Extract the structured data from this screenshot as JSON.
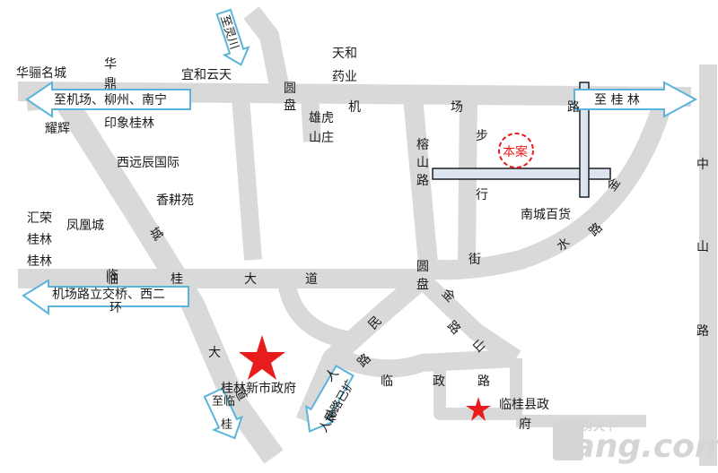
{
  "map": {
    "arrows": {
      "top_airport": "至机场、柳州、南宁",
      "top_guilin": "至 桂 林",
      "north": "至灵川",
      "west": "机场路立交桥、西二",
      "west_line2": "环",
      "southwest_lingui": "至临",
      "southwest_lingui_2": "桂",
      "south_renmin": "人民路已扩",
      "south_renmin_2": "建"
    },
    "roads": {
      "airport_road": [
        "机",
        "场",
        "路"
      ],
      "lingui_avenue": [
        "临",
        "桂",
        "大",
        "道"
      ],
      "lingui_avenue_diag": [
        "临",
        "桂",
        "城"
      ],
      "chengguan_avenue": [
        "大",
        "道"
      ],
      "rongshan_road": [
        "榕",
        "山",
        "路"
      ],
      "buxing_street": [
        "步",
        "行",
        "街"
      ],
      "jinshui_road": [
        "金",
        "水",
        "路"
      ],
      "jinshan_road": [
        "金",
        "山",
        "路"
      ],
      "zhongshan_road": [
        "中",
        "山",
        "路"
      ],
      "renmin_road": [
        "人",
        "民",
        "路"
      ],
      "linzheng_road": [
        "临",
        "政",
        "路"
      ],
      "roundabout_north": [
        "圆",
        "盘"
      ],
      "roundabout_south": [
        "圆",
        "盘"
      ]
    },
    "places": {
      "hualicheng": "华骊名城",
      "huading": [
        "华",
        "鼎"
      ],
      "yihe": "宜和云天",
      "tianhe": [
        "天和",
        "药业"
      ],
      "yaohui": "耀辉",
      "yinxiang": "印象桂林",
      "xiongfu": [
        "雄虎",
        "山庄"
      ],
      "xiyuan": "西远辰国际",
      "xianggeng": "香耕苑",
      "huirong": [
        "汇荣",
        "桂林",
        "桂林"
      ],
      "fenghuang": "凤凰城",
      "nancheng": "南城百货",
      "city_gov": "桂林新市政府",
      "county_gov": [
        "临桂县政",
        "府"
      ]
    },
    "project": "本案",
    "watermark": {
      "small": "房天下",
      "main": "Fang.com"
    },
    "colors": {
      "road": "#d9d9d9",
      "arrow_outline": "#5bb4d9",
      "highlight_road": "#dce6f2",
      "highlight_outline": "#1f1f1f",
      "star": "#e81c1c",
      "project": "#e81c1c",
      "watermark": "#d9d9d9"
    }
  }
}
